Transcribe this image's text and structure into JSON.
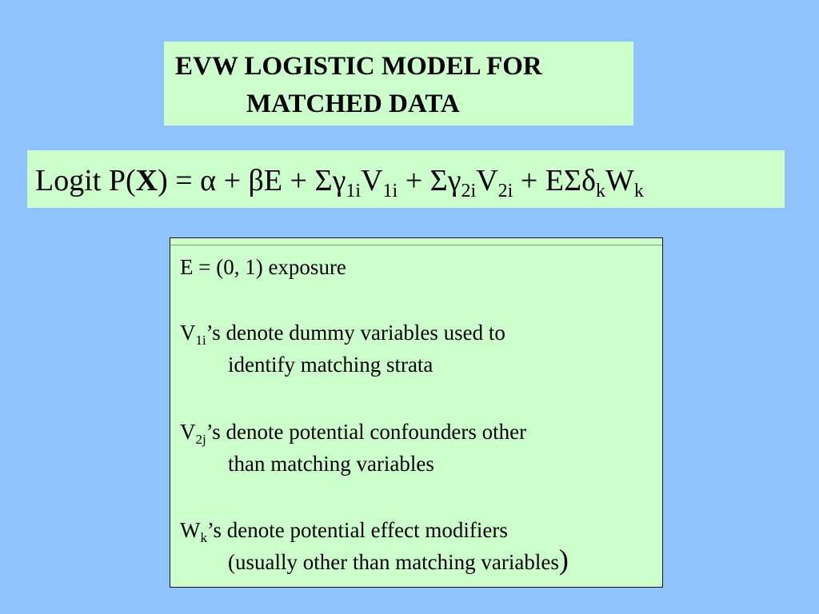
{
  "title": {
    "line1": "EVW LOGISTIC MODEL FOR",
    "line2": "MATCHED DATA"
  },
  "formula": {
    "lhs_prefix": "Logit P(",
    "lhs_bold": "X",
    "lhs_suffix": ") = α + βE + Σγ",
    "sub_1i_a": "1i",
    "v1": "V",
    "sub_1i_b": "1i",
    "plus2": " + Σγ",
    "sub_2i_a": "2i",
    "v2": "V",
    "sub_2i_b": "2i",
    "plus3": " + EΣδ",
    "sub_k_a": "k",
    "w": "W",
    "sub_k_b": "k"
  },
  "definitions": {
    "e_def": "E = (0, 1) exposure",
    "v1_var": "V",
    "v1_sub": "1i",
    "v1_text": "’s denote dummy variables used to",
    "v1_cont": "identify matching strata",
    "v2_var": "V",
    "v2_sub": "2j",
    "v2_text": "’s denote potential confounders other",
    "v2_cont": "than matching variables",
    "w_var": "W",
    "w_sub": "k",
    "w_text": "’s denote potential effect modifiers",
    "w_cont": "(usually other than matching variables",
    "w_close": ")"
  }
}
